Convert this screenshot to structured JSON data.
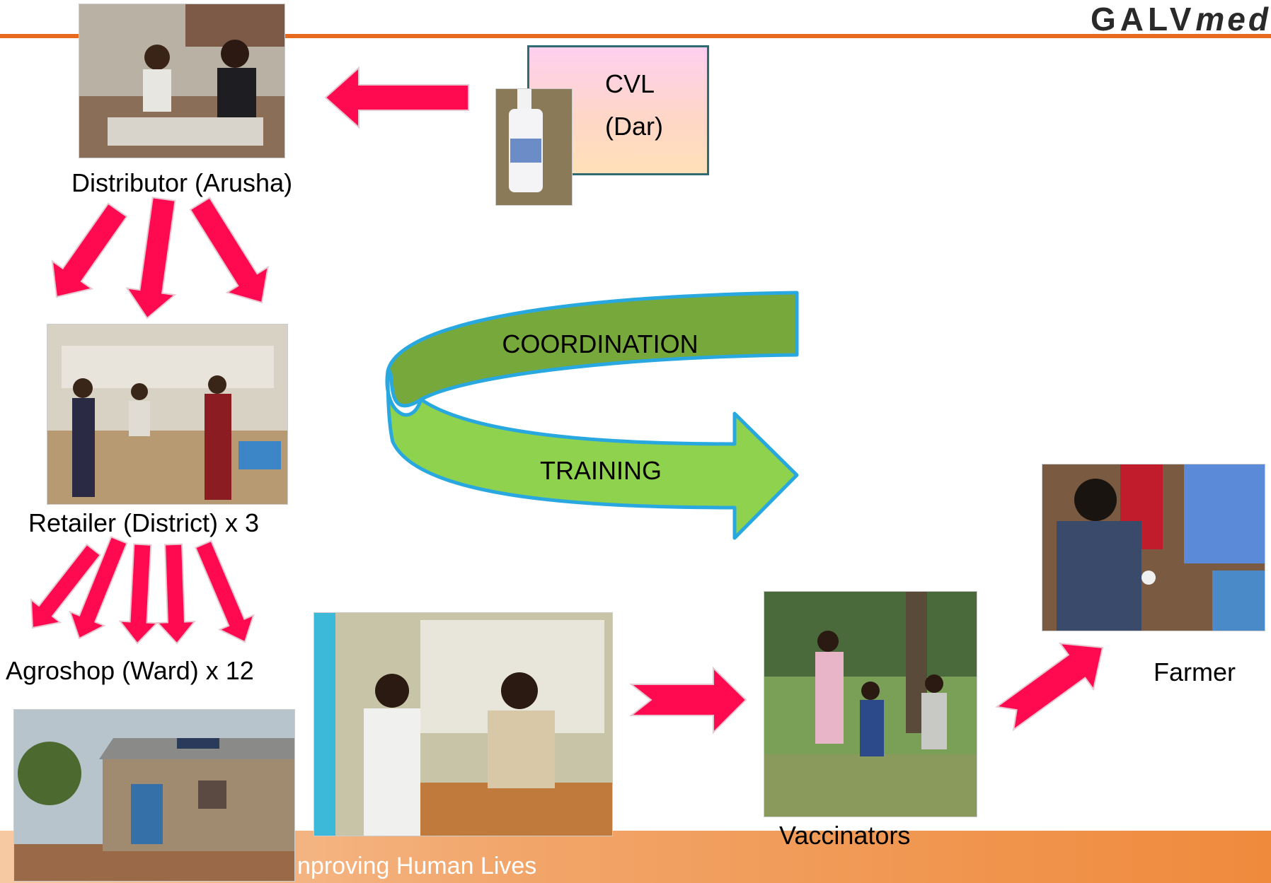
{
  "header": {
    "logo_main": "GALV",
    "logo_tail": "med"
  },
  "cvl": {
    "line1": "CVL",
    "line2": "(Dar)"
  },
  "labels": {
    "distributor": "Distributor (Arusha)",
    "retailer": "Retailer (District) x 3",
    "agroshop": "Agroshop (Ward) x 12",
    "vaccinators": "Vaccinators",
    "farmer": "Farmer"
  },
  "cycle": {
    "top": "COORDINATION",
    "bottom": "TRAINING"
  },
  "footer": {
    "text": "nproving Human Lives"
  },
  "colors": {
    "arrow_fill": "#ff0a50",
    "arrow_stroke": "#e8c8d0",
    "coordination": "#76a83c",
    "training": "#8ed24e",
    "cycle_border": "#29a8e0",
    "accent": "#e86a1e"
  }
}
